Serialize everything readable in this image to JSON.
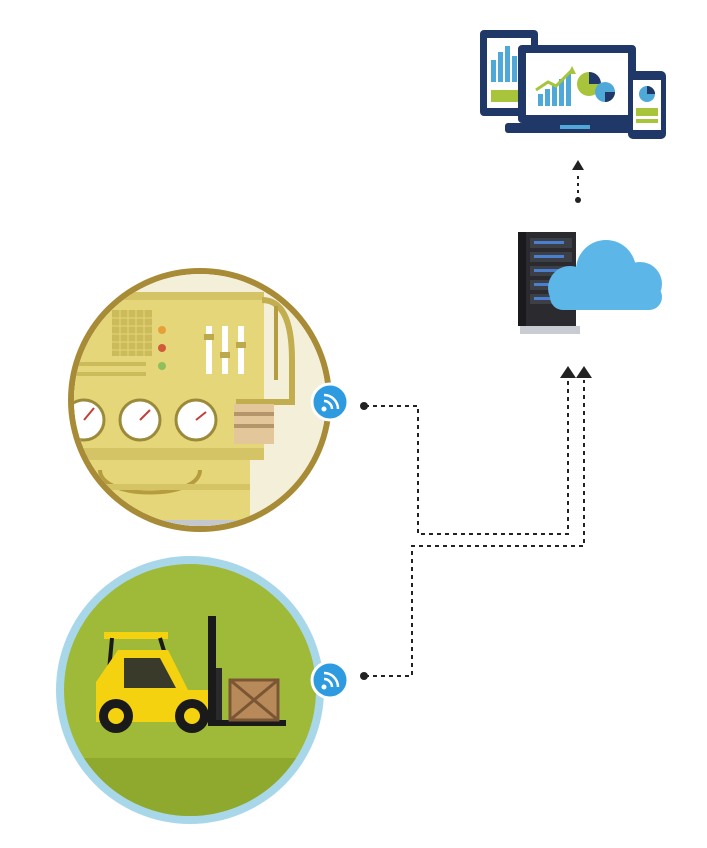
{
  "diagram": {
    "nodes": [
      {
        "id": "dashboard-devices",
        "icon": "monitor-tablet-phone-dashboard-icon"
      },
      {
        "id": "cloud-server",
        "icon": "server-cloud-icon"
      },
      {
        "id": "industrial-machine",
        "icon": "control-panel-gauges-icon"
      },
      {
        "id": "forklift",
        "icon": "forklift-crate-icon"
      }
    ],
    "connections": [
      {
        "from": "industrial-machine",
        "to": "cloud-server",
        "style": "dotted-arrow"
      },
      {
        "from": "forklift",
        "to": "cloud-server",
        "style": "dotted-arrow"
      },
      {
        "from": "cloud-server",
        "to": "dashboard-devices",
        "style": "dotted-arrow"
      }
    ],
    "colors": {
      "navy": "#1f3868",
      "lime": "#a7c43b",
      "chart_blue": "#4ea9d8",
      "cloud_blue": "#5db6e8",
      "machine_yellow": "#e5d67a",
      "machine_ring": "#a88b36",
      "forklift_green": "#9fb939",
      "forklift_ring": "#a9d7ea",
      "forklift_yellow": "#f5d20f",
      "wifi_badge": "#2e9be0",
      "connector": "#222222"
    }
  }
}
